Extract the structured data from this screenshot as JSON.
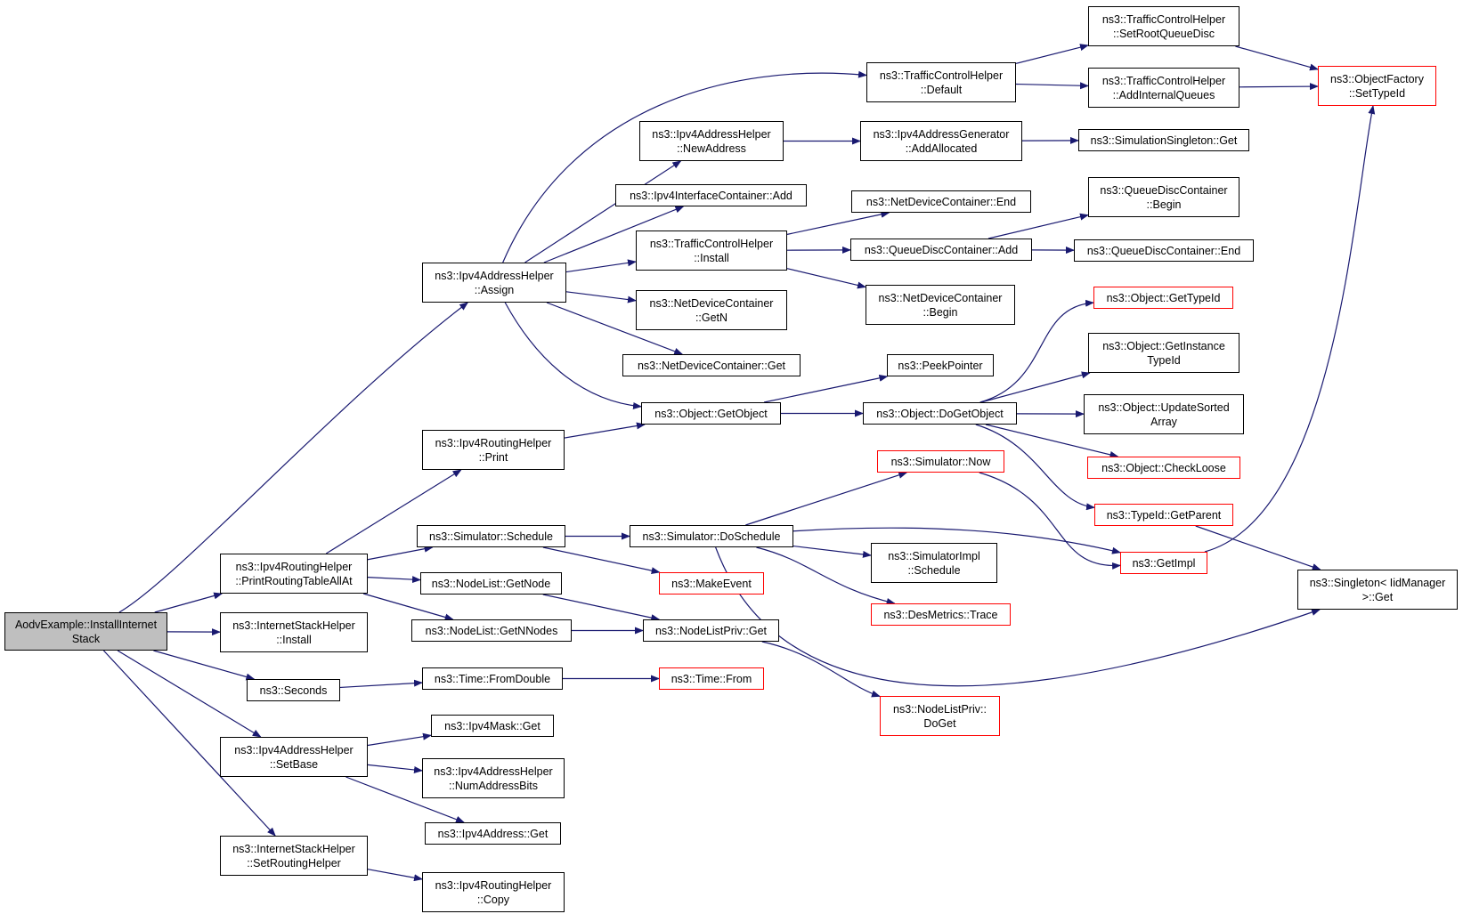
{
  "colors": {
    "edge": "#191970",
    "node_border": "#000000",
    "truncated_border": "#ff0000",
    "root_fill": "#bfbfbf",
    "background": "#ffffff"
  },
  "nodes": [
    {
      "id": "root",
      "lines": [
        "AodvExample::InstallInternet",
        "Stack"
      ],
      "style": "root"
    },
    {
      "id": "ipv4addr-assign",
      "lines": [
        "ns3::Ipv4AddressHelper",
        "::Assign"
      ],
      "style": "normal"
    },
    {
      "id": "ipv4routing-printall",
      "lines": [
        "ns3::Ipv4RoutingHelper",
        "::PrintRoutingTableAllAt"
      ],
      "style": "normal"
    },
    {
      "id": "inetstack-install",
      "lines": [
        "ns3::InternetStackHelper",
        "::Install"
      ],
      "style": "normal"
    },
    {
      "id": "seconds",
      "lines": [
        "ns3::Seconds"
      ],
      "style": "normal"
    },
    {
      "id": "ipv4addr-setbase",
      "lines": [
        "ns3::Ipv4AddressHelper",
        "::SetBase"
      ],
      "style": "normal"
    },
    {
      "id": "inetstack-setrouting",
      "lines": [
        "ns3::InternetStackHelper",
        "::SetRoutingHelper"
      ],
      "style": "normal"
    },
    {
      "id": "ipv4routing-print",
      "lines": [
        "ns3::Ipv4RoutingHelper",
        "::Print"
      ],
      "style": "normal"
    },
    {
      "id": "sim-schedule",
      "lines": [
        "ns3::Simulator::Schedule"
      ],
      "style": "normal"
    },
    {
      "id": "nodelist-getnode",
      "lines": [
        "ns3::NodeList::GetNode"
      ],
      "style": "normal"
    },
    {
      "id": "nodelist-getnnodes",
      "lines": [
        "ns3::NodeList::GetNNodes"
      ],
      "style": "normal"
    },
    {
      "id": "time-fromdouble",
      "lines": [
        "ns3::Time::FromDouble"
      ],
      "style": "normal"
    },
    {
      "id": "ipv4mask-get",
      "lines": [
        "ns3::Ipv4Mask::Get"
      ],
      "style": "normal"
    },
    {
      "id": "ipv4addr-numbits",
      "lines": [
        "ns3::Ipv4AddressHelper",
        "::NumAddressBits"
      ],
      "style": "normal"
    },
    {
      "id": "ipv4address-get",
      "lines": [
        "ns3::Ipv4Address::Get"
      ],
      "style": "normal"
    },
    {
      "id": "ipv4routing-copy",
      "lines": [
        "ns3::Ipv4RoutingHelper",
        "::Copy"
      ],
      "style": "normal"
    },
    {
      "id": "ipv4addr-newaddress",
      "lines": [
        "ns3::Ipv4AddressHelper",
        "::NewAddress"
      ],
      "style": "normal"
    },
    {
      "id": "ipv4iface-add",
      "lines": [
        "ns3::Ipv4InterfaceContainer::Add"
      ],
      "style": "normal"
    },
    {
      "id": "tch-install",
      "lines": [
        "ns3::TrafficControlHelper",
        "::Install"
      ],
      "style": "normal"
    },
    {
      "id": "ndc-getn",
      "lines": [
        "ns3::NetDeviceContainer",
        "::GetN"
      ],
      "style": "normal"
    },
    {
      "id": "ndc-get",
      "lines": [
        "ns3::NetDeviceContainer::Get"
      ],
      "style": "normal"
    },
    {
      "id": "object-getobject",
      "lines": [
        "ns3::Object::GetObject"
      ],
      "style": "normal"
    },
    {
      "id": "sim-doschedule",
      "lines": [
        "ns3::Simulator::DoSchedule"
      ],
      "style": "normal"
    },
    {
      "id": "makeevent",
      "lines": [
        "ns3::MakeEvent"
      ],
      "style": "red"
    },
    {
      "id": "nodelistpriv-get",
      "lines": [
        "ns3::NodeListPriv::Get"
      ],
      "style": "normal"
    },
    {
      "id": "time-from",
      "lines": [
        "ns3::Time::From"
      ],
      "style": "red"
    },
    {
      "id": "tch-default",
      "lines": [
        "ns3::TrafficControlHelper",
        "::Default"
      ],
      "style": "normal"
    },
    {
      "id": "ipv4gen-addallocated",
      "lines": [
        "ns3::Ipv4AddressGenerator",
        "::AddAllocated"
      ],
      "style": "normal"
    },
    {
      "id": "ndc-end",
      "lines": [
        "ns3::NetDeviceContainer::End"
      ],
      "style": "normal"
    },
    {
      "id": "qdc-add",
      "lines": [
        "ns3::QueueDiscContainer::Add"
      ],
      "style": "normal"
    },
    {
      "id": "ndc-begin",
      "lines": [
        "ns3::NetDeviceContainer",
        "::Begin"
      ],
      "style": "normal"
    },
    {
      "id": "peekpointer",
      "lines": [
        "ns3::PeekPointer"
      ],
      "style": "normal"
    },
    {
      "id": "object-dogetobject",
      "lines": [
        "ns3::Object::DoGetObject"
      ],
      "style": "normal"
    },
    {
      "id": "sim-now",
      "lines": [
        "ns3::Simulator::Now"
      ],
      "style": "red"
    },
    {
      "id": "simimpl-schedule",
      "lines": [
        "ns3::SimulatorImpl",
        "::Schedule"
      ],
      "style": "normal"
    },
    {
      "id": "desmetrics-trace",
      "lines": [
        "ns3::DesMetrics::Trace"
      ],
      "style": "red"
    },
    {
      "id": "nodelistpriv-doget",
      "lines": [
        "ns3::NodeListPriv::",
        "DoGet"
      ],
      "style": "red"
    },
    {
      "id": "tch-setrootqueuedisc",
      "lines": [
        "ns3::TrafficControlHelper",
        "::SetRootQueueDisc"
      ],
      "style": "normal"
    },
    {
      "id": "tch-addinternalqueues",
      "lines": [
        "ns3::TrafficControlHelper",
        "::AddInternalQueues"
      ],
      "style": "normal"
    },
    {
      "id": "simsingleton-get",
      "lines": [
        "ns3::SimulationSingleton::Get"
      ],
      "style": "normal"
    },
    {
      "id": "qdc-begin",
      "lines": [
        "ns3::QueueDiscContainer",
        "::Begin"
      ],
      "style": "normal"
    },
    {
      "id": "qdc-end",
      "lines": [
        "ns3::QueueDiscContainer::End"
      ],
      "style": "normal"
    },
    {
      "id": "object-gettypeid",
      "lines": [
        "ns3::Object::GetTypeId"
      ],
      "style": "red"
    },
    {
      "id": "object-getinstancetypeid",
      "lines": [
        "ns3::Object::GetInstance",
        "TypeId"
      ],
      "style": "normal"
    },
    {
      "id": "object-updatesortedarray",
      "lines": [
        "ns3::Object::UpdateSorted",
        "Array"
      ],
      "style": "normal"
    },
    {
      "id": "object-checkloose",
      "lines": [
        "ns3::Object::CheckLoose"
      ],
      "style": "red"
    },
    {
      "id": "typeid-getparent",
      "lines": [
        "ns3::TypeId::GetParent"
      ],
      "style": "red"
    },
    {
      "id": "getimpl",
      "lines": [
        "ns3::GetImpl"
      ],
      "style": "red"
    },
    {
      "id": "objectfactory-settypeid",
      "lines": [
        "ns3::ObjectFactory",
        "::SetTypeId"
      ],
      "style": "red"
    },
    {
      "id": "singleton-get",
      "lines": [
        "ns3::Singleton< IidManager",
        ">::Get"
      ],
      "style": "normal"
    }
  ]
}
